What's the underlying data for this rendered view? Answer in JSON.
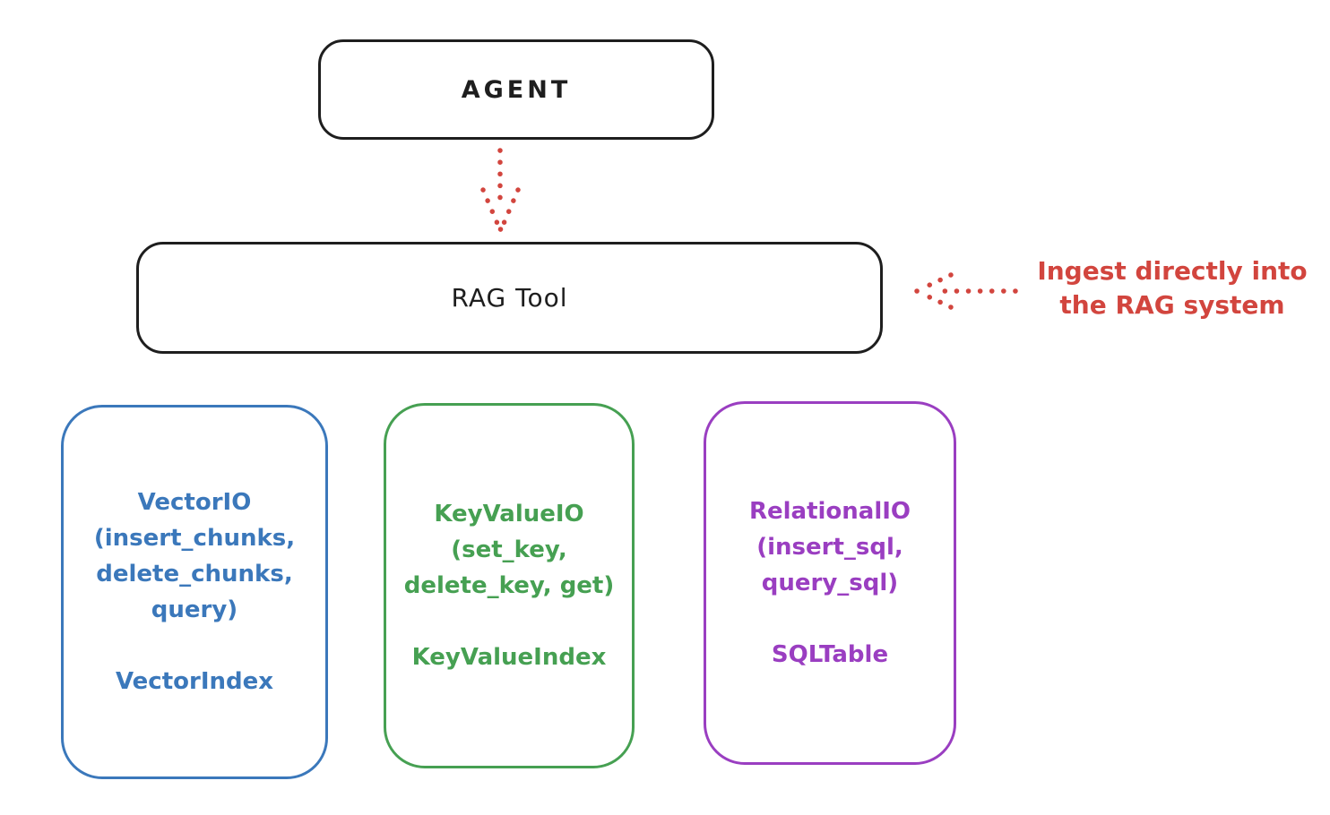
{
  "agent": {
    "label": "AGENT"
  },
  "rag_tool": {
    "label": "RAG Tool"
  },
  "annotation": {
    "text": "Ingest directly into\nthe RAG system",
    "color": "#d2453e"
  },
  "arrows": {
    "agent_to_rag": "dotted-red-down-arrow",
    "annotation_to_rag": "dotted-red-left-arrow"
  },
  "backends": [
    {
      "name": "vector-io",
      "color": "#3b78bb",
      "io_block": "VectorIO\n(insert_chunks,\ndelete_chunks,\nquery)",
      "index_label": "VectorIndex"
    },
    {
      "name": "keyvalue-io",
      "color": "#46a052",
      "io_block": "KeyValueIO\n(set_key,\ndelete_key, get)",
      "index_label": "KeyValueIndex"
    },
    {
      "name": "relational-io",
      "color": "#9a3ec1",
      "io_block": "RelationalIO\n(insert_sql,\nquery_sql)",
      "index_label": "SQLTable"
    }
  ],
  "colors": {
    "outline": "#1e1e1e",
    "red": "#d2453e",
    "background": "#ffffff"
  }
}
